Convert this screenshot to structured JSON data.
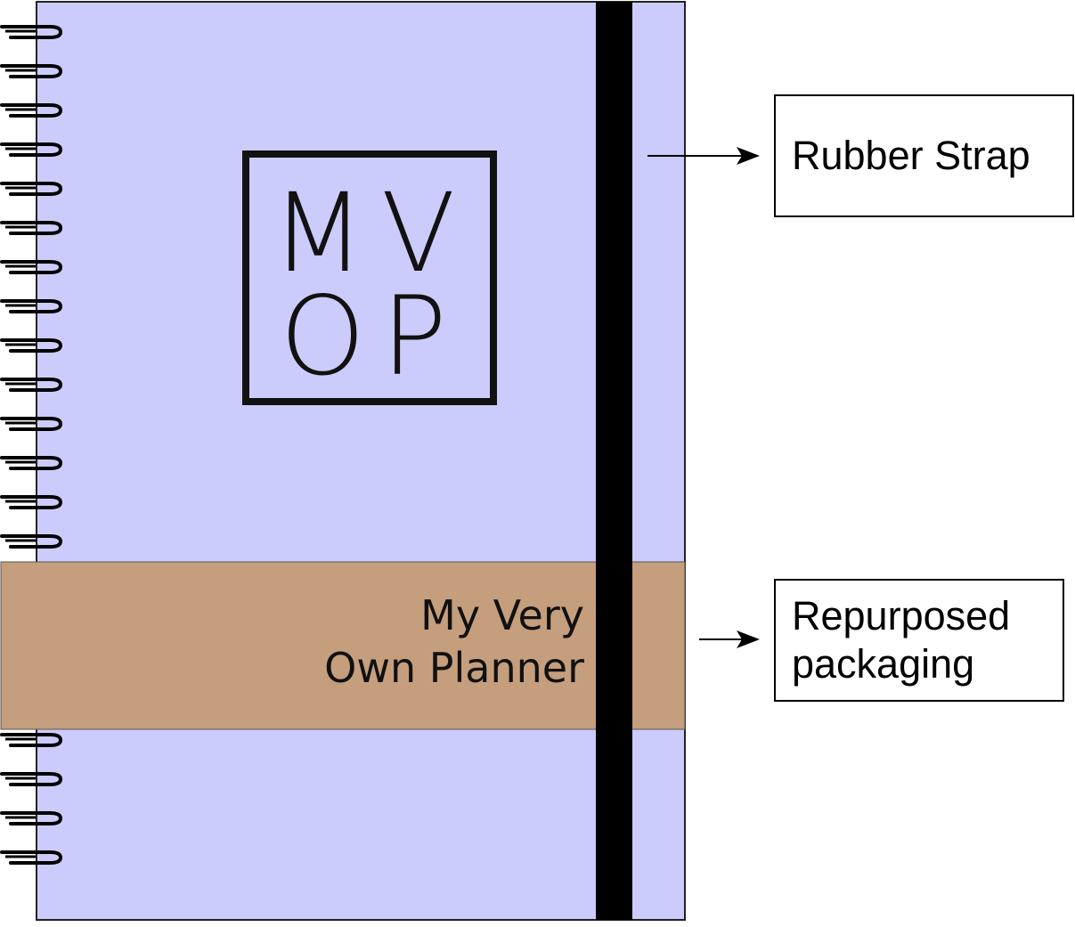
{
  "logo": {
    "line1": "MV",
    "line2": "OP"
  },
  "band": {
    "line1": "My Very",
    "line2": "Own Planner"
  },
  "callouts": {
    "strap": "Rubber Strap",
    "packaging_line1": "Repurposed",
    "packaging_line2": "packaging"
  },
  "colors": {
    "cover": "#ccccfc",
    "band": "#c59e7d",
    "strap": "#000000",
    "spiral": "#000000"
  }
}
